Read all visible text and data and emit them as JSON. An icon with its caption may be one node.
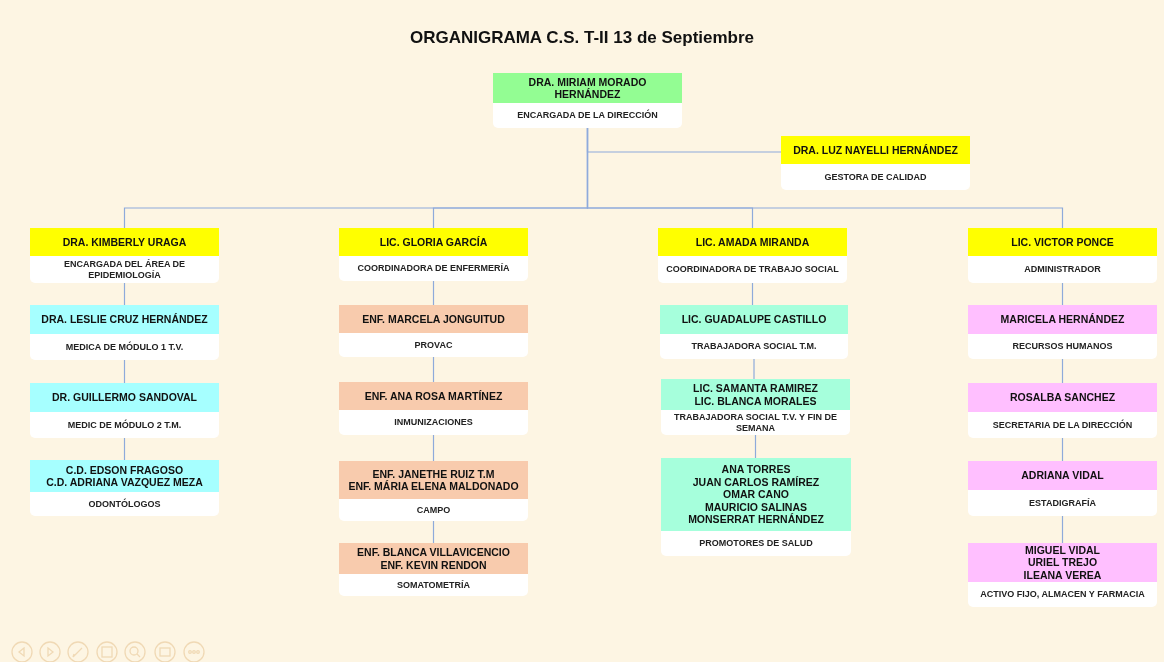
{
  "diagram": {
    "title": "ORGANIGRAMA C.S. T-II 13 de Septiembre",
    "nodes": [
      {
        "text": [
          "DRA. MIRIAM MORADO HERNÁNDEZ",
          "ENCARGADA DE LA DIRECCIÓN"
        ]
      },
      {
        "text": [
          "DRA. LUZ NAYELLI HERNÁNDEZ",
          "GESTORA DE CALIDAD"
        ]
      },
      {
        "text": [
          "DRA. KIMBERLY URAGA",
          "ENCARGADA DEL ÁREA DE EPIDEMIOLOGÍA"
        ]
      },
      {
        "text": [
          "DRA. LESLIE CRUZ HERNÁNDEZ",
          "MEDICA DE MÓDULO 1 T.V."
        ]
      },
      {
        "text": [
          "DR. GUILLERMO SANDOVAL",
          "MEDIC DE MÓDULO 2 T.M."
        ]
      },
      {
        "text": [
          "C.D. EDSON FRAGOSO",
          "C.D. ADRIANA VAZQUEZ MEZA",
          "ODONTÓLOGOS"
        ]
      },
      {
        "text": [
          "LIC. GLORIA GARCÍA",
          "COORDINADORA DE ENFERMERÍA"
        ]
      },
      {
        "text": [
          "ENF. MARCELA JONGUITUD",
          "PROVAC"
        ]
      },
      {
        "text": [
          "ENF. ANA ROSA MARTÍNEZ",
          "INMUNIZACIONES"
        ]
      },
      {
        "text": [
          "ENF. JANETHE RUIZ T.M",
          "ENF. MÁRIA ELENA MALDONADO",
          "CAMPO"
        ]
      },
      {
        "text": [
          "ENF. BLANCA VILLAVICENCIO",
          "ENF. KEVIN RENDON",
          "SOMATOMETRÍA"
        ]
      },
      {
        "text": [
          "LIC. AMADA MIRANDA",
          "COORDINADORA DE TRABAJO SOCIAL"
        ]
      },
      {
        "text": [
          "LIC. GUADALUPE CASTILLO",
          "TRABAJADORA SOCIAL T.M."
        ]
      },
      {
        "text": [
          "LIC. SAMANTA RAMIREZ",
          "LIC. BLANCA MORALES",
          "TRABAJADORA SOCIAL T.V. Y FIN DE SEMANA"
        ]
      },
      {
        "text": [
          "ANA TORRES",
          "JUAN CARLOS RAMÍREZ",
          "OMAR CANO",
          "MAURICIO SALINAS",
          "MONSERRAT HERNÁNDEZ",
          "PROMOTORES DE SALUD"
        ]
      },
      {
        "text": [
          "LIC. VICTOR PONCE",
          "ADMINISTRADOR"
        ]
      },
      {
        "text": [
          "MARICELA HERNÁNDEZ",
          "RECURSOS HUMANOS"
        ]
      },
      {
        "text": [
          "ROSALBA SANCHEZ",
          "SECRETARIA DE LA DIRECCIÓN"
        ]
      },
      {
        "text": [
          "ADRIANA VIDAL",
          "ESTADIGRAFÍA"
        ]
      },
      {
        "text": [
          "MIGUEL VIDAL",
          "URIEL TREJO",
          "ILEANA VEREA",
          "ACTIVO FIJO, ALMACEN Y FARMACIA"
        ]
      }
    ],
    "edges": [
      {
        "from": 0,
        "to": 1,
        "arrow": "none"
      },
      {
        "from": 0,
        "to": 2,
        "arrow": "none"
      },
      {
        "from": 0,
        "to": 6,
        "arrow": "none"
      },
      {
        "from": 0,
        "to": 11,
        "arrow": "none"
      },
      {
        "from": 0,
        "to": 15,
        "arrow": "none"
      },
      {
        "from": 2,
        "to": 3,
        "arrow": "none"
      },
      {
        "from": 3,
        "to": 4,
        "arrow": "none"
      },
      {
        "from": 4,
        "to": 5,
        "arrow": "none"
      },
      {
        "from": 6,
        "to": 7,
        "arrow": "none"
      },
      {
        "from": 7,
        "to": 8,
        "arrow": "none"
      },
      {
        "from": 8,
        "to": 9,
        "arrow": "none"
      },
      {
        "from": 9,
        "to": 10,
        "arrow": "none"
      },
      {
        "from": 11,
        "to": 12,
        "arrow": "none"
      },
      {
        "from": 12,
        "to": 13,
        "arrow": "none"
      },
      {
        "from": 13,
        "to": 14,
        "arrow": "none"
      },
      {
        "from": 15,
        "to": 16,
        "arrow": "none"
      },
      {
        "from": 16,
        "to": 17,
        "arrow": "none"
      },
      {
        "from": 17,
        "to": 18,
        "arrow": "none"
      },
      {
        "from": 18,
        "to": 19,
        "arrow": "none"
      }
    ]
  }
}
